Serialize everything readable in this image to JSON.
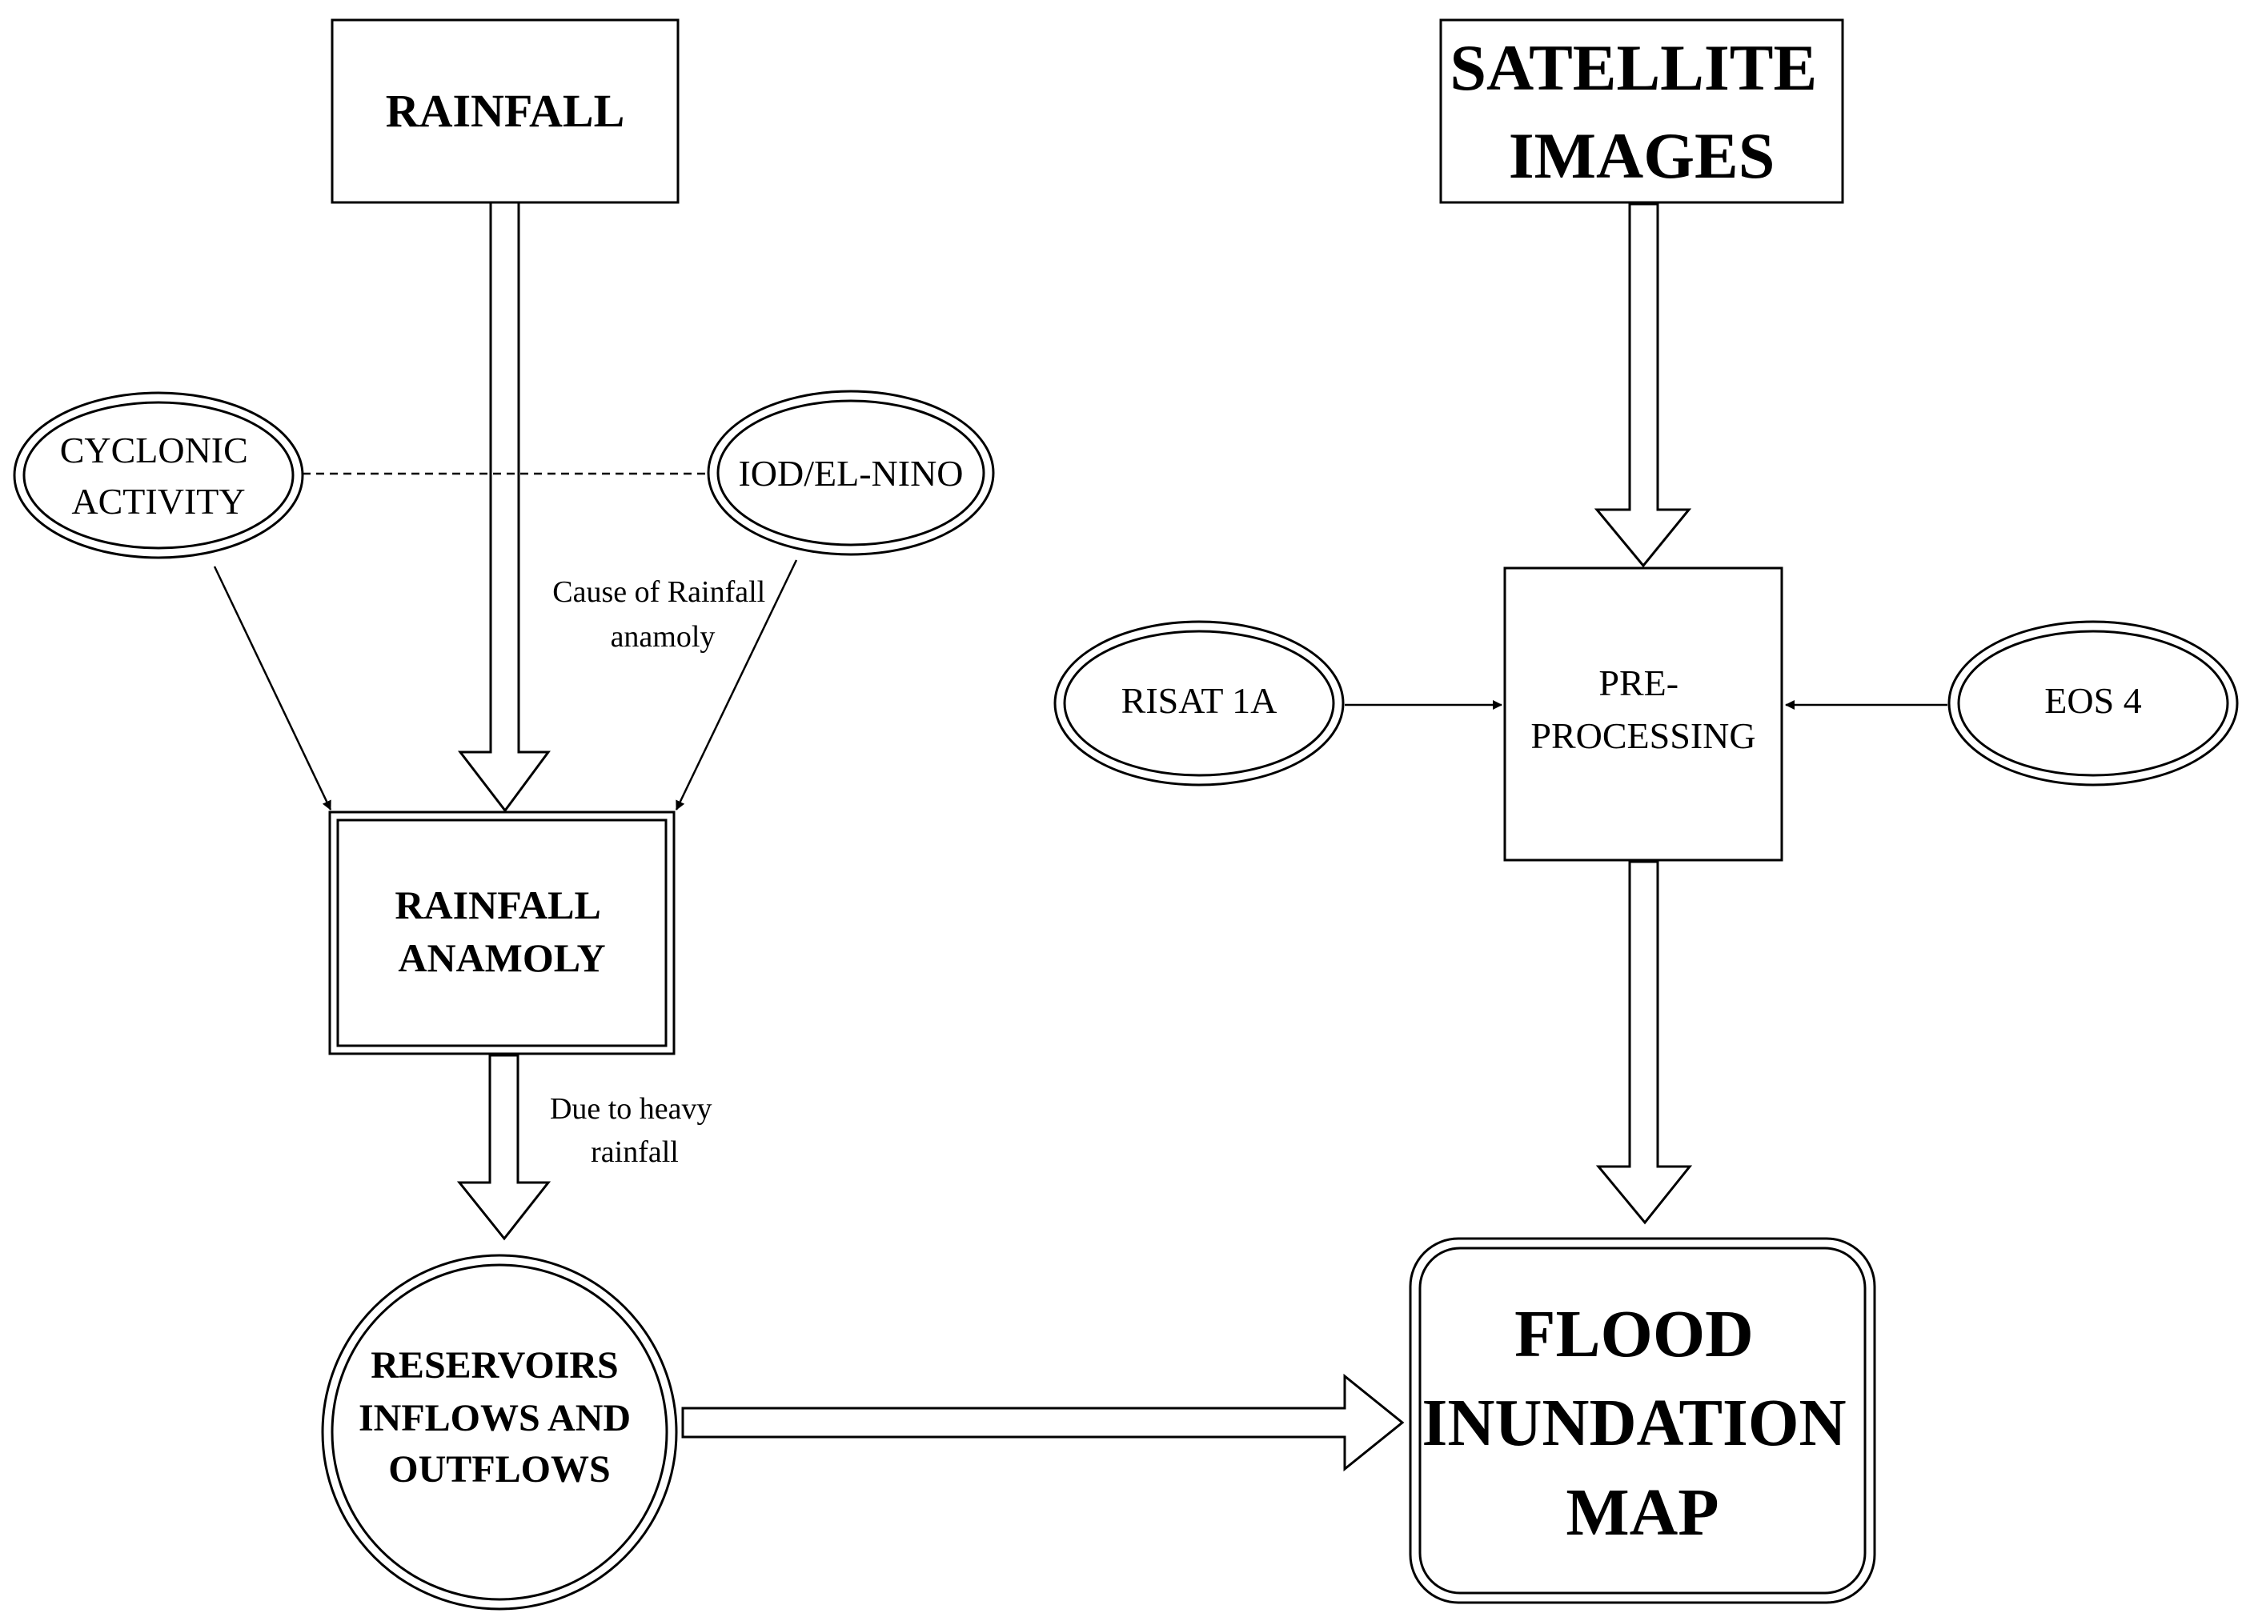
{
  "nodes": {
    "rainfall": {
      "lines": [
        "RAINFALL"
      ]
    },
    "satellite_images": {
      "lines": [
        "SATELLITE",
        "IMAGES"
      ]
    },
    "cyclonic_activity": {
      "lines": [
        "CYCLONIC",
        "ACTIVITY"
      ]
    },
    "iod_el_nino": {
      "lines": [
        "IOD/EL-NINO"
      ]
    },
    "rainfall_anamoly": {
      "lines": [
        "RAINFALL",
        "ANAMOLY"
      ]
    },
    "reservoirs": {
      "lines": [
        "RESERVOIRS",
        "INFLOWS AND",
        "OUTFLOWS"
      ]
    },
    "risat": {
      "lines": [
        "RISAT 1A"
      ]
    },
    "pre_processing": {
      "lines": [
        "PRE-",
        "PROCESSING"
      ]
    },
    "eos": {
      "lines": [
        "EOS 4"
      ]
    },
    "flood_map": {
      "lines": [
        "FLOOD",
        "INUNDATION",
        "MAP"
      ]
    }
  },
  "annotations": {
    "cause": {
      "lines": [
        "Cause of Rainfall",
        "anamoly"
      ]
    },
    "due": {
      "lines": [
        "Due to heavy",
        "rainfall"
      ]
    }
  },
  "colors": {
    "stroke": "#000000",
    "background": "#ffffff"
  }
}
